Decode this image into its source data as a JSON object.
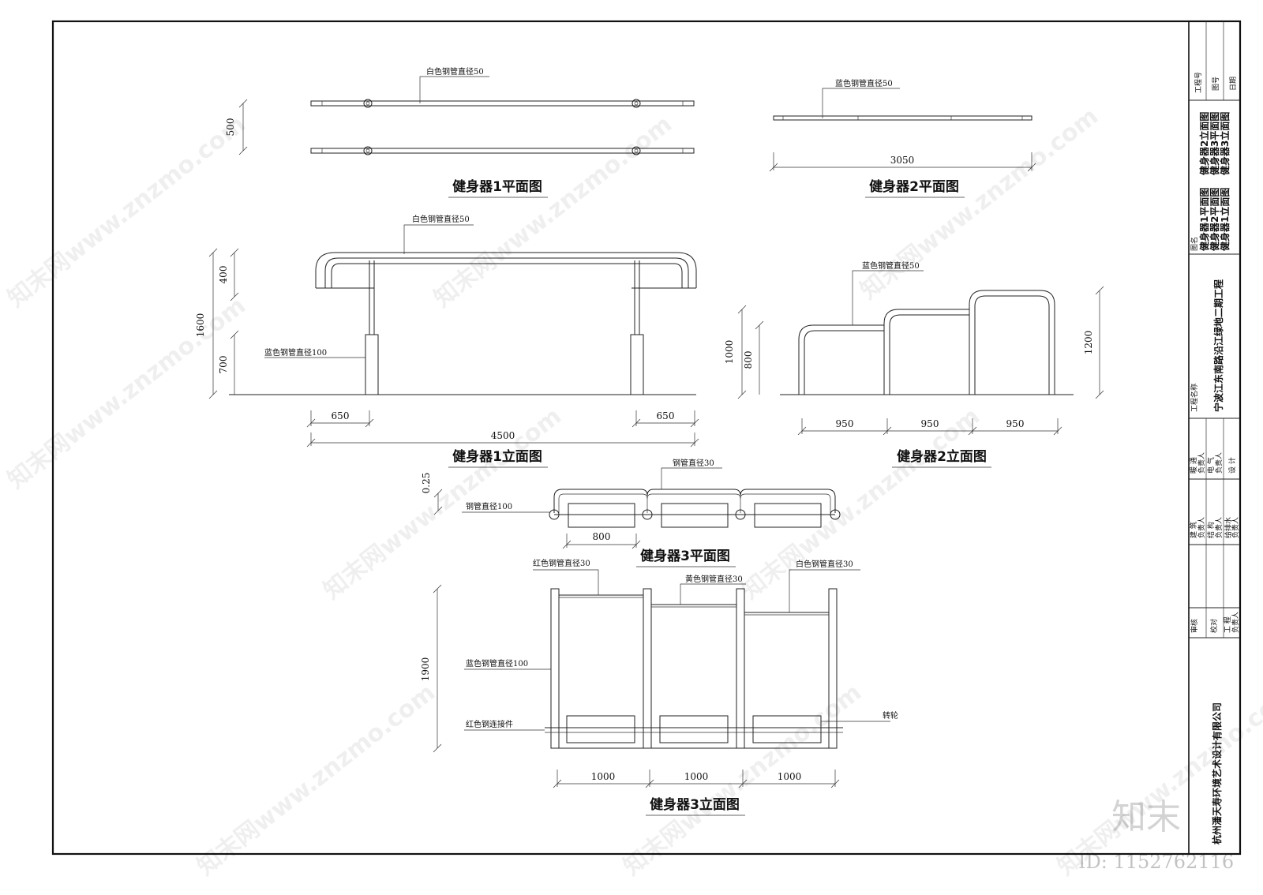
{
  "drawings": {
    "d1_plan_title": "健身器1平面图",
    "d1_plan_label": "白色钢管直径50",
    "d1_plan_dim": "500",
    "d2_plan_title": "健身器2平面图",
    "d2_plan_label": "蓝色钢管直径50",
    "d2_plan_dim": "3050",
    "d1_elev_title": "健身器1立面图",
    "d1_elev_label_top": "白色钢管直径50",
    "d1_elev_label_side": "蓝色钢管直径100",
    "d1_elev_dim_400": "400",
    "d1_elev_dim_1600": "1600",
    "d1_elev_dim_700": "700",
    "d1_elev_dim_650a": "650",
    "d1_elev_dim_650b": "650",
    "d1_elev_dim_4500": "4500",
    "d2_elev_title": "健身器2立面图",
    "d2_elev_label": "蓝色钢管直径50",
    "d2_elev_dim_1000": "1000",
    "d2_elev_dim_800": "800",
    "d2_elev_dim_1200": "1200",
    "d2_elev_dim_950a": "950",
    "d2_elev_dim_950b": "950",
    "d2_elev_dim_950c": "950",
    "d3_plan_title": "健身器3平面图",
    "d3_plan_label_top": "钢管直径30",
    "d3_plan_label_side": "钢管直径100",
    "d3_plan_dim_025": "0.25",
    "d3_plan_dim_800": "800",
    "d3_elev_title": "健身器3立面图",
    "d3_elev_label_red": "红色钢管直径30",
    "d3_elev_label_yellow": "黄色钢管直径30",
    "d3_elev_label_white": "白色钢管直径30",
    "d3_elev_label_blue": "蓝色钢管直径100",
    "d3_elev_label_conn": "红色钢连接件",
    "d3_elev_label_wheel": "转轮",
    "d3_elev_dim_1900": "1900",
    "d3_elev_dim_1000a": "1000",
    "d3_elev_dim_1000b": "1000",
    "d3_elev_dim_1000c": "1000"
  },
  "title_block": {
    "project_no_label": "工程号",
    "drawing_no_label": "图号",
    "date_label": "日期",
    "drawing_name_label": "图名",
    "drawing_names_col1": [
      "健身器1平面图",
      "健身器2平面图",
      "健身器1立面图"
    ],
    "drawing_names_col2": [
      "健身器2立面图",
      "健身器3平面图",
      "健身器3立面图"
    ],
    "project_name_label": "工程名称",
    "project_name": "宁波江东南路沿江绿地二期工程",
    "roles_a": [
      "暖 通",
      "负责人",
      "电 气",
      "负责人",
      "设 计"
    ],
    "roles_b": [
      "建 筑",
      "负责人",
      "结 构",
      "负责人",
      "给排水",
      "负责人"
    ],
    "roles_c": [
      "审核",
      "校对",
      "工 程",
      "负责人"
    ],
    "company": "杭州潘天寿环境艺术设计有限公司"
  },
  "watermark": {
    "text": "知末网www.znzmo.com",
    "logo": "知末",
    "id": "ID: 1152762116"
  }
}
